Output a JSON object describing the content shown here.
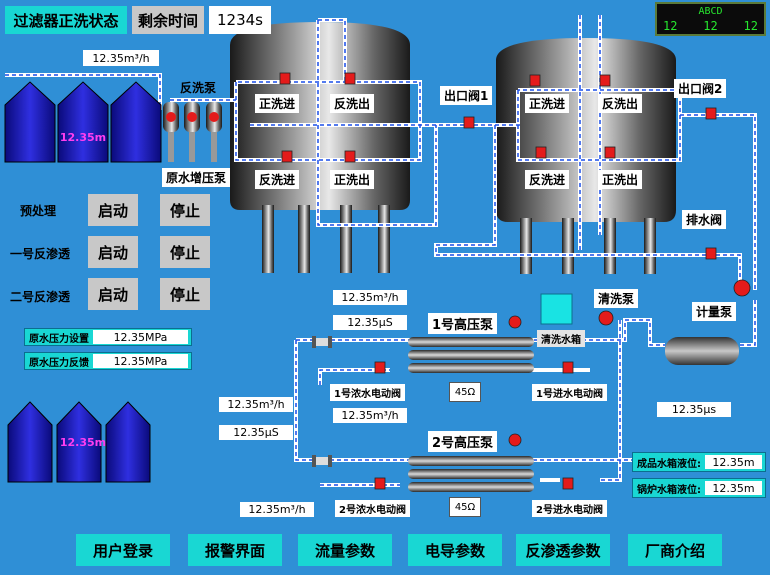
{
  "header": {
    "title": "过滤器正洗状态",
    "remain_label": "剩余时间",
    "remain_value": "1234s"
  },
  "lcd": {
    "title": "ABCD",
    "v1": "12",
    "v2": "12",
    "v3": "12"
  },
  "tank1_valves": {
    "v1": "正洗进",
    "v2": "反洗出",
    "v3": "反洗进",
    "v4": "正洗出"
  },
  "tank2_valves": {
    "v1": "正洗进",
    "v2": "反洗出",
    "v3": "反洗进",
    "v4": "正洗出"
  },
  "outlets": {
    "outlet1": "出口阀1",
    "outlet2": "出口阀2",
    "drain": "排水阀",
    "meter_pump": "计量泵",
    "clean_pump": "清洗泵",
    "clean_tank": "清洗水箱"
  },
  "pumps": {
    "backwash": "反洗泵",
    "raw_boost": "原水增压泵",
    "hp1": "1号高压泵",
    "hp2": "2号高压泵"
  },
  "controls": {
    "rows": [
      {
        "label": "预处理",
        "start": "启动",
        "stop": "停止"
      },
      {
        "label": "一号反渗透",
        "start": "启动",
        "stop": "停止"
      },
      {
        "label": "二号反渗透",
        "start": "启动",
        "stop": "停止"
      }
    ]
  },
  "flows": {
    "f_top": "12.35m³/h",
    "f_hp1": "12.35m³/h",
    "c_hp1": "12.35μS",
    "f_mid": "12.35m³/h",
    "c_mid": "12.35μS",
    "f_conc1": "12.35m³/h",
    "f_bottom": "12.35m³/h",
    "c_right": "12.35μs"
  },
  "tank_levels": {
    "top": "12.35m",
    "bottom": "12.35m"
  },
  "pressure": {
    "set_label": "原水压力设置",
    "set_value": "12.35MPa",
    "fb_label": "原水压力反馈",
    "fb_value": "12.35MPa"
  },
  "valves": {
    "conc1": "1号浓水电动阀",
    "in1": "1号进水电动阀",
    "conc2": "2号浓水电动阀",
    "in2": "2号进水电动阀"
  },
  "gauges": {
    "g1": "45Ω",
    "g2": "45Ω"
  },
  "levels": {
    "product_label": "成品水箱液位:",
    "product_value": "12.35m",
    "boiler_label": "锅炉水箱液位:",
    "boiler_value": "12.35m"
  },
  "nav": [
    "用户登录",
    "报警界面",
    "流量参数",
    "电导参数",
    "反渗透参数",
    "厂商介绍"
  ]
}
